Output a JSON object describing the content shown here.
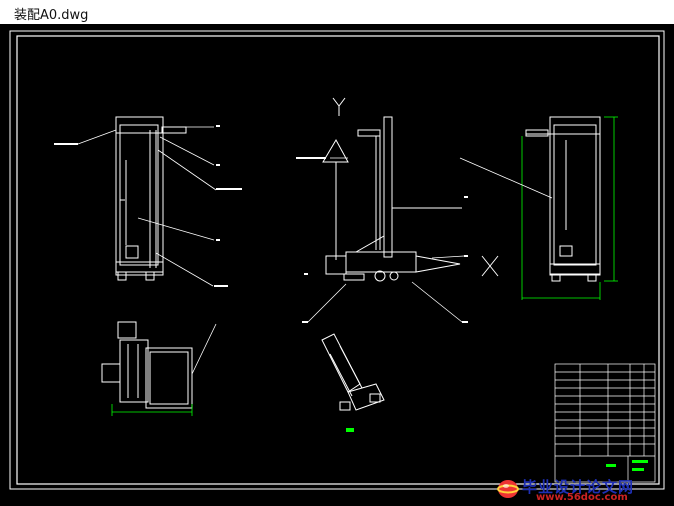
{
  "window": {
    "title": "装配A0.dwg"
  },
  "drawing": {
    "background": "#000000",
    "line_color": "#ffffff",
    "dimension_color": "#00ff00",
    "axis_label_y": "Y",
    "axis_label_x": "X"
  },
  "watermark": {
    "chinese_text": "毕业设计论文网",
    "url_text": "www.56doc.com",
    "logo_icon": "globe-logo-icon"
  }
}
